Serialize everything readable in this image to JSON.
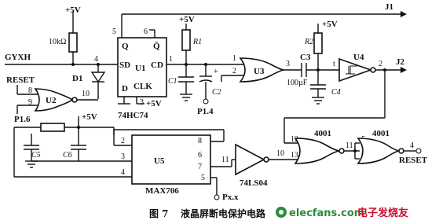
{
  "labels": {
    "vcc": "+5V",
    "gyxh": "GYXH",
    "reset_in": "RESET",
    "p16": "P1.6",
    "p14": "P1.4",
    "pxx": "Px.x",
    "j1": "J1",
    "j2": "J2",
    "reset_out": "RESET",
    "r_top": "10kΩ",
    "d1": "D1",
    "r1": "R1",
    "c1": "C1",
    "c2": "C2",
    "c3": "C3",
    "c3_val": "100µF",
    "c4": "C4",
    "r2": "R2",
    "c5": "C5",
    "c6": "C6",
    "u1": "U1",
    "u1_part": "74HC74",
    "u1_q": "Q",
    "u1_qbar": "Q̄",
    "u1_sd": "SD",
    "u1_cd": "CD",
    "u1_d": "D",
    "u1_clk": "CLK",
    "u2": "U2",
    "u3": "U3",
    "u4": "U4",
    "u5": "U5",
    "u5_part": "MAX706",
    "inv_part": "74LS04",
    "g4001a": "4001",
    "g4001b": "4001"
  },
  "pins": {
    "p1": "1",
    "p2": "2",
    "p3": "3",
    "p4": "4",
    "p5": "5",
    "p6": "6",
    "p7": "7",
    "p8": "8",
    "p9": "9",
    "p10": "10",
    "p11": "11",
    "p12": "12",
    "p13": "13",
    "pt": "t"
  },
  "caption": {
    "figure": "图 7",
    "title": "液晶屏断电保护电路"
  },
  "watermark": {
    "site": "elecfans.com",
    "cn": "电子发烧友",
    "color_green": "#2d8a3a",
    "color_red": "#c8102e"
  }
}
